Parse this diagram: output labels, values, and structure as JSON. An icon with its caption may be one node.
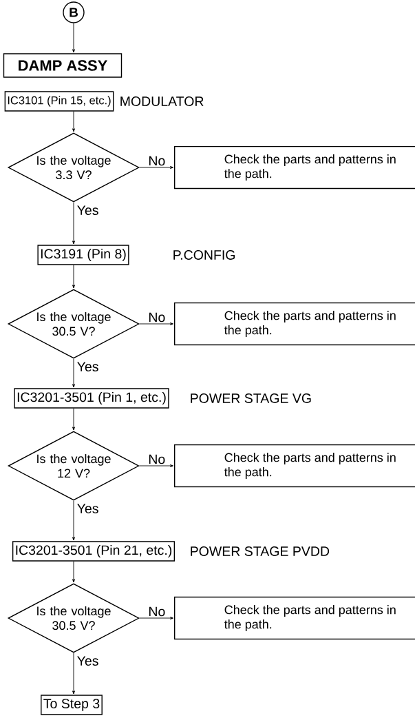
{
  "diagram": {
    "nodes": [
      {
        "text": [
          "B"
        ]
      },
      {
        "text": [
          "DAMP ASSY"
        ]
      },
      {
        "text": [
          "IC3101 (Pin 15, etc.)"
        ],
        "beside": [
          "MODULATOR"
        ]
      },
      {
        "text": [
          "Is the voltage 3.3 V?"
        ]
      },
      {
        "text": [
          "Check the parts and patterns in the path."
        ]
      },
      {
        "text": [
          "IC3191 (Pin 8)"
        ],
        "beside": [
          "P.CONFIG"
        ]
      },
      {
        "text": [
          "Is the voltage 30.5 V?"
        ]
      },
      {
        "text": [
          "Check the parts and patterns in the path."
        ]
      },
      {
        "text": [
          "IC3201-3501 (Pin 1, etc.)"
        ],
        "beside": [
          "POWER STAGE VG"
        ]
      },
      {
        "text": [
          "Is the voltage 12 V?"
        ]
      },
      {
        "text": [
          "Check the parts and patterns in the path."
        ]
      },
      {
        "text": [
          "IC3201-3501 (Pin 21, etc.)"
        ],
        "beside": [
          "POWER STAGE PVDD"
        ]
      },
      {
        "text": [
          "Is the voltage 30.5 V?"
        ]
      },
      {
        "text": [
          "Check the parts and patterns in the path."
        ]
      },
      {
        "text": [
          "To Step 3"
        ]
      }
    ],
    "edges": [
      {
        "from": 0,
        "to": 1,
        "arrow": "to"
      },
      {
        "from": 2,
        "to": 3,
        "arrow": "to"
      },
      {
        "from": 3,
        "to": 4,
        "arrow": "to",
        "label": "No"
      },
      {
        "from": 3,
        "to": 5,
        "arrow": "to",
        "label": "Yes"
      },
      {
        "from": 5,
        "to": 6,
        "arrow": "to"
      },
      {
        "from": 6,
        "to": 7,
        "arrow": "to",
        "label": "No"
      },
      {
        "from": 6,
        "to": 8,
        "arrow": "to",
        "label": "Yes"
      },
      {
        "from": 8,
        "to": 9,
        "arrow": "to"
      },
      {
        "from": 9,
        "to": 10,
        "arrow": "to",
        "label": "No"
      },
      {
        "from": 9,
        "to": 11,
        "arrow": "to",
        "label": "Yes"
      },
      {
        "from": 11,
        "to": 12,
        "arrow": "to"
      },
      {
        "from": 12,
        "to": 13,
        "arrow": "to",
        "label": "No"
      },
      {
        "from": 12,
        "to": 14,
        "arrow": "to",
        "label": "Yes"
      }
    ]
  }
}
